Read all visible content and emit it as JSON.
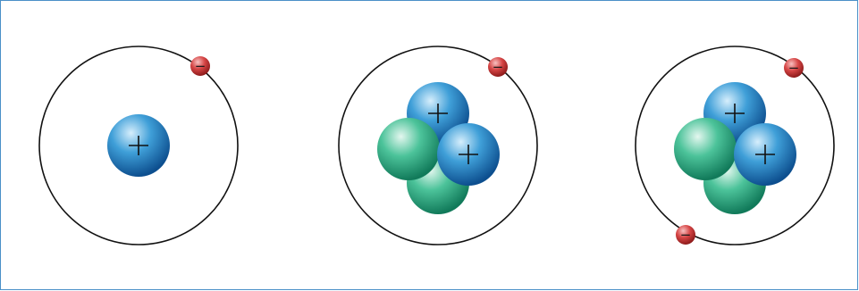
{
  "diagram": {
    "atoms": [
      {
        "name": "atom-1",
        "nucleus": [
          {
            "kind": "proton",
            "charge_symbol": "+"
          }
        ],
        "electrons": [
          {
            "charge_symbol": "−"
          }
        ]
      },
      {
        "name": "atom-2",
        "nucleus": [
          {
            "kind": "neutron"
          },
          {
            "kind": "proton",
            "charge_symbol": "+"
          },
          {
            "kind": "neutron"
          },
          {
            "kind": "proton",
            "charge_symbol": "+"
          }
        ],
        "electrons": [
          {
            "charge_symbol": "−"
          }
        ]
      },
      {
        "name": "atom-3",
        "nucleus": [
          {
            "kind": "neutron"
          },
          {
            "kind": "proton",
            "charge_symbol": "+"
          },
          {
            "kind": "neutron"
          },
          {
            "kind": "proton",
            "charge_symbol": "+"
          }
        ],
        "electrons": [
          {
            "charge_symbol": "−"
          },
          {
            "charge_symbol": "−"
          }
        ]
      }
    ],
    "colors": {
      "frame": "#4a90c8",
      "orbit": "#111111",
      "proton_light": "#d6eefc",
      "proton_mid": "#3f9fd8",
      "proton_dark": "#0d4f8f",
      "neutron_light": "#e4f7ef",
      "neutron_mid": "#4cc39a",
      "neutron_dark": "#117a5a",
      "electron_light": "#f7c0c0",
      "electron_mid": "#d64545",
      "electron_dark": "#8e1b1b"
    }
  }
}
